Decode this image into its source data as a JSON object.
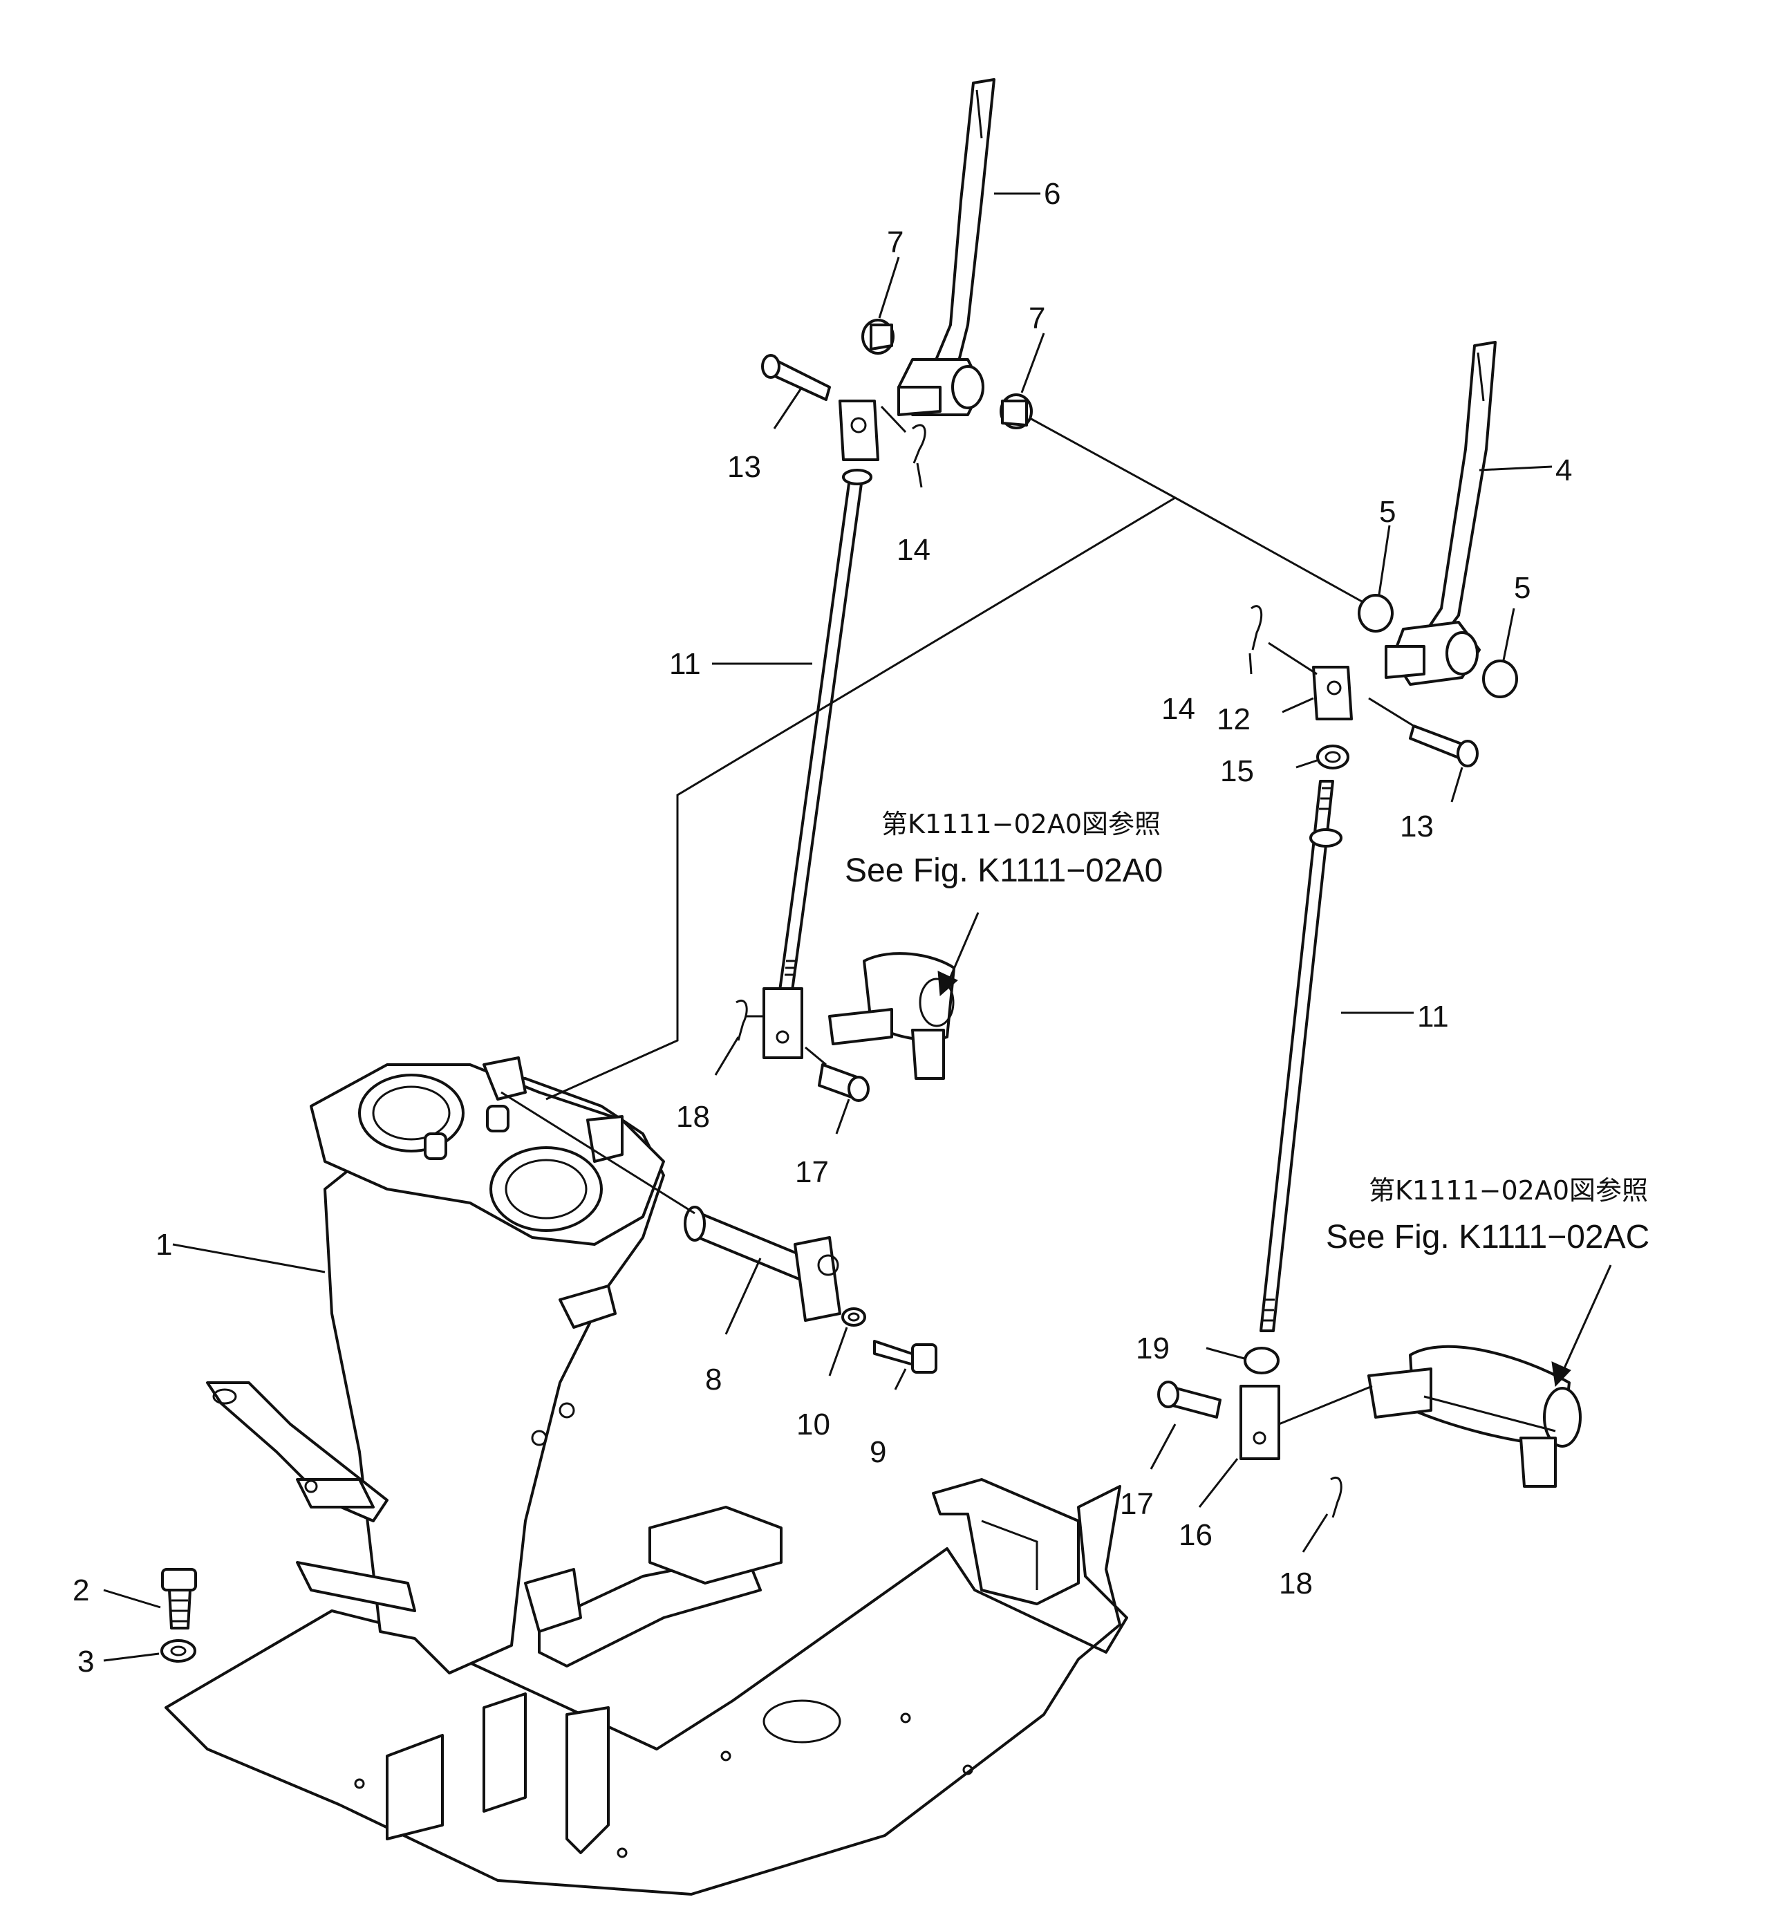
{
  "callouts": {
    "c1": "1",
    "c2": "2",
    "c3": "3",
    "c4": "4",
    "c5a": "5",
    "c5b": "5",
    "c6": "6",
    "c7a": "7",
    "c7b": "7",
    "c8": "8",
    "c9": "9",
    "c10": "10",
    "c11a": "11",
    "c11b": "11",
    "c12": "12",
    "c13a": "13",
    "c13b": "13",
    "c14a": "14",
    "c14b": "14",
    "c15": "15",
    "c16": "16",
    "c17a": "17",
    "c17b": "17",
    "c18a": "18",
    "c18b": "18",
    "c19": "19"
  },
  "references": {
    "ref1_ja": "第K1111−02A0図参照",
    "ref1_en": "See Fig. K1111−02A0",
    "ref2_ja": "第K1111−02A0図参照",
    "ref2_en": "See Fig. K1111−02AC"
  }
}
